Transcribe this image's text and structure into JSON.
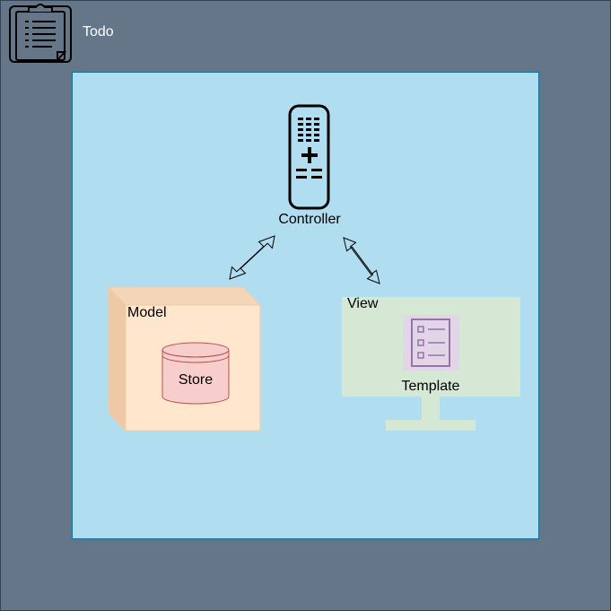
{
  "header": {
    "title": "Todo",
    "icon": "clipboard-icon"
  },
  "diagram": {
    "controller": {
      "label": "Controller",
      "icon": "remote-control-icon"
    },
    "model": {
      "label": "Model",
      "color": "#ffe6cc"
    },
    "store": {
      "label": "Store",
      "color": "#f8cecc"
    },
    "view": {
      "label": "View",
      "color": "#d5e8d4"
    },
    "template": {
      "label": "Template",
      "icon": "checklist-icon",
      "color": "#e1d5e7"
    }
  },
  "colors": {
    "background": "#647687",
    "frame": "#b1ddf0",
    "frame_border": "#10739e"
  }
}
